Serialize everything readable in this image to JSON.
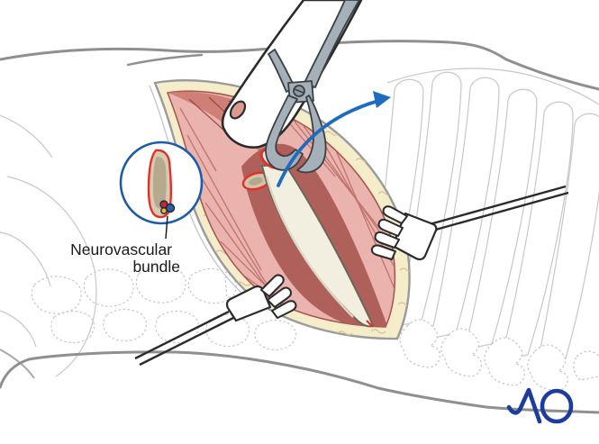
{
  "figure": {
    "type": "surgical-illustration",
    "label": {
      "line1": "Neurovascular",
      "line2": "bundle"
    },
    "logo": {
      "text": "AO"
    }
  },
  "colors": {
    "inset_circle_blue": "#1d5cab",
    "arrow_blue": "#1e6bc2",
    "logo_blue": "#1e3c9c",
    "periosteum_red": "#e23128",
    "muscle_pink": "#eab3ad",
    "muscle_striation": "#b5635d",
    "deep_muscle": "#cf7f78",
    "fat_yellow": "#f5edca",
    "bone_cream": "#f2efe0",
    "bone_cut_tan": "#d6cbb2",
    "steel_gray": "#a6b0b8",
    "body_outline_gray": "#8f8f8f",
    "faint_anatomy_gray": "#c7c7c7",
    "bundle_artery_red": "#c9252b",
    "bundle_vein_blue": "#2b5fa5",
    "bundle_nerve_yellow": "#e5bb2d"
  }
}
